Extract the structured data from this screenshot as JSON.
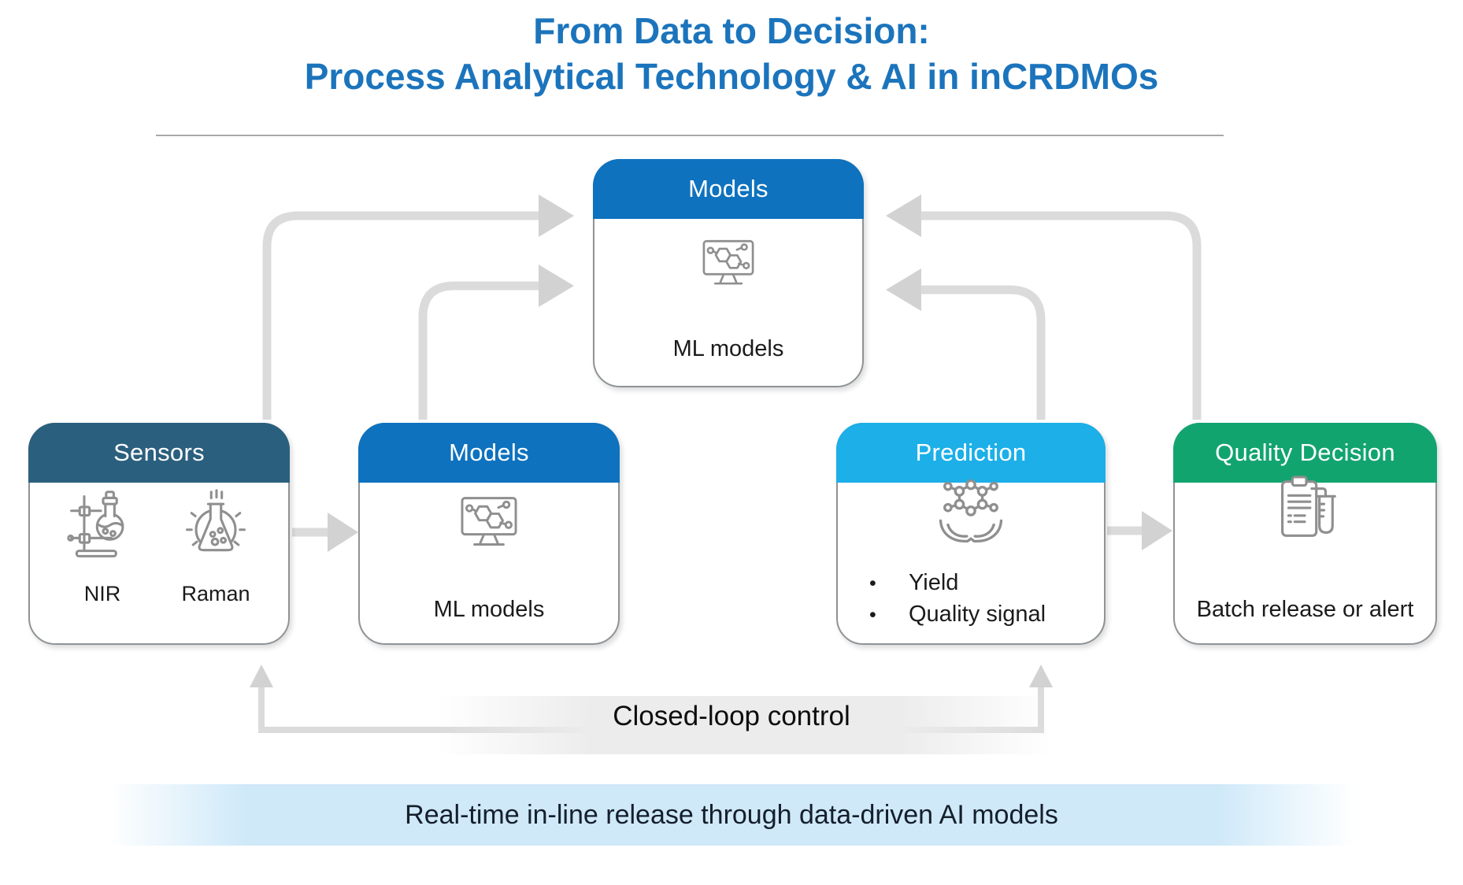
{
  "title": {
    "line1": "From Data to Decision:",
    "line2": "Process Analytical Technology & AI in inCRDMOs"
  },
  "top_box": {
    "header": "Models",
    "icon": "ml-monitor-icon",
    "body": "ML models"
  },
  "sensors": {
    "header": "Sensors",
    "items": [
      {
        "icon": "lab-stand-flask-icon",
        "label": "NIR"
      },
      {
        "icon": "glowing-flask-icon",
        "label": "Raman"
      }
    ]
  },
  "models": {
    "header": "Models",
    "icon": "ml-monitor-icon",
    "body": "ML models"
  },
  "prediction": {
    "header": "Prediction",
    "icon": "molecule-in-hands-icon",
    "bullets": [
      "Yield",
      "Quality signal"
    ]
  },
  "quality_decision": {
    "header": "Quality Decision",
    "icon": "clipboard-testtube-icon",
    "body": "Batch release or alert"
  },
  "closed_loop": {
    "label": "Closed-loop control"
  },
  "banner": {
    "label": "Real-time in-line release through data-driven AI models"
  },
  "colors": {
    "c-title": "#1B74BC",
    "c-models-header": "#0E72BE",
    "c-sensors-header": "#2B5F7E",
    "c-prediction-header": "#1CAFE8",
    "c-quality-header": "#12A46F",
    "c-arrow": "#DBDBDB",
    "c-arrowhead": "#D2D2D2",
    "c-icon": "#8F8F8F",
    "c-banner-bg": "#CFE9F9",
    "c-body-text": "#1B1B1B"
  }
}
